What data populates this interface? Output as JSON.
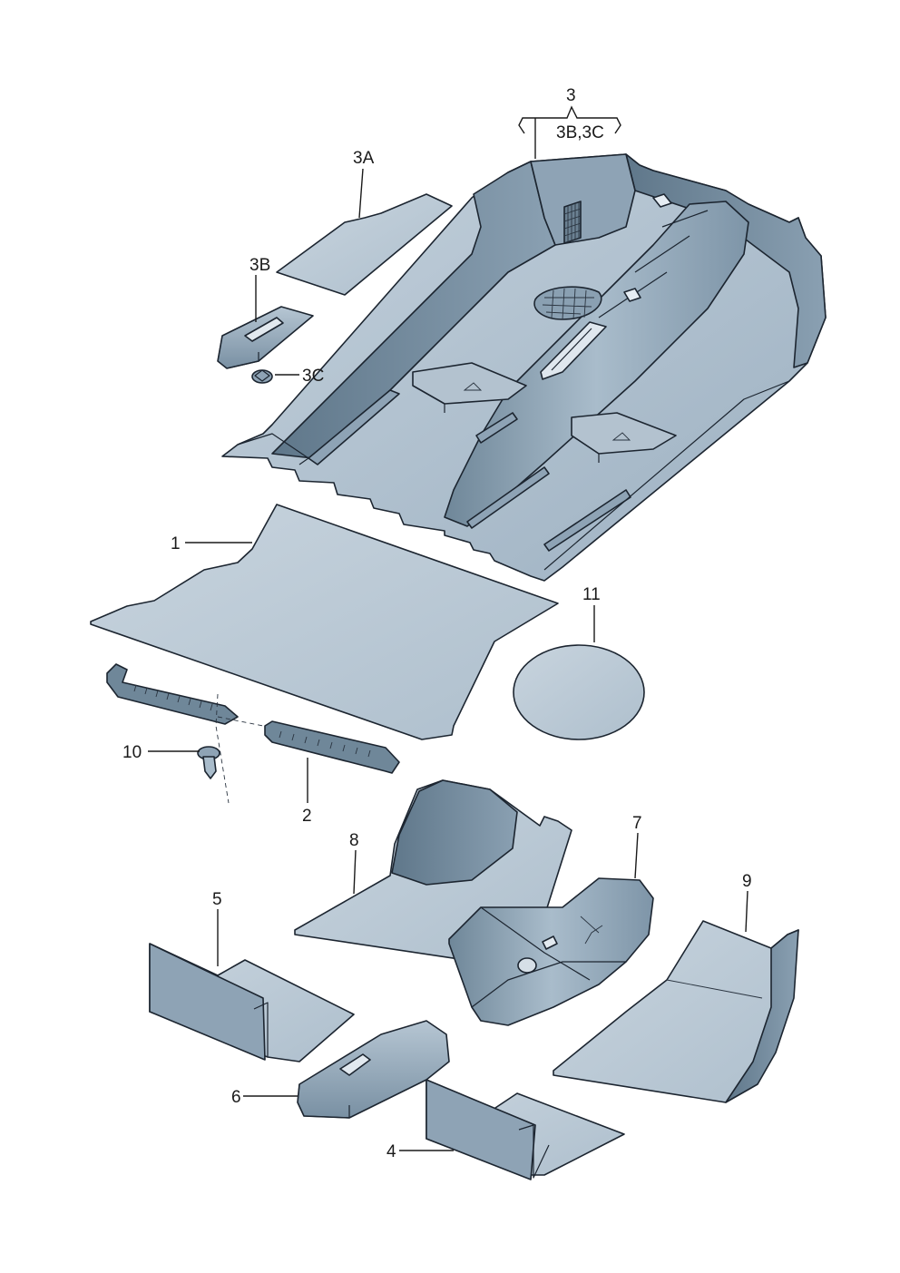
{
  "diagram": {
    "labels": {
      "p3": "3",
      "p3_sub": "3B,3C",
      "p3a": "3A",
      "p3b": "3B",
      "p3c": "3C",
      "p1": "1",
      "p11": "11",
      "p10": "10",
      "p2": "2",
      "p8": "8",
      "p7": "7",
      "p9": "9",
      "p5": "5",
      "p6": "6",
      "p4": "4"
    },
    "colors": {
      "carpet_light": "#b9c7d3",
      "carpet_mid": "#9fb2c2",
      "carpet_dark": "#6f8799",
      "carpet_shadow": "#53697b",
      "line": "#1c2530"
    }
  }
}
